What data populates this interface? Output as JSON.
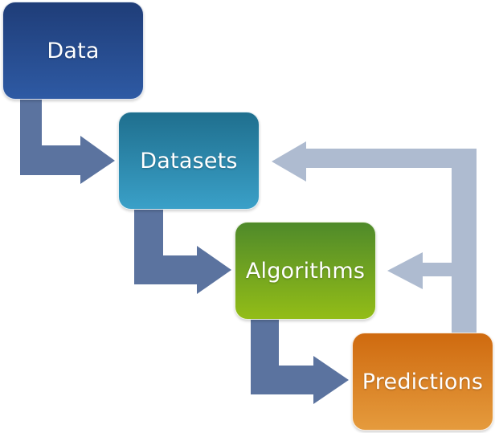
{
  "diagram": {
    "nodes": [
      {
        "id": "data",
        "label": "Data"
      },
      {
        "id": "datasets",
        "label": "Datasets"
      },
      {
        "id": "algorithms",
        "label": "Algorithms"
      },
      {
        "id": "predictions",
        "label": "Predictions"
      }
    ],
    "edges": [
      {
        "from": "data",
        "to": "datasets",
        "kind": "forward"
      },
      {
        "from": "datasets",
        "to": "algorithms",
        "kind": "forward"
      },
      {
        "from": "algorithms",
        "to": "predictions",
        "kind": "forward"
      },
      {
        "from": "predictions",
        "to": "datasets",
        "kind": "feedback"
      },
      {
        "from": "predictions",
        "to": "algorithms",
        "kind": "feedback"
      }
    ],
    "colors": {
      "forward_arrow": "#5b739f",
      "feedback_arrow": "#aebbd0",
      "data": "#2a4f95",
      "datasets": "#2f8ab3",
      "algorithms": "#7aa61f",
      "predictions": "#dd8126"
    }
  }
}
